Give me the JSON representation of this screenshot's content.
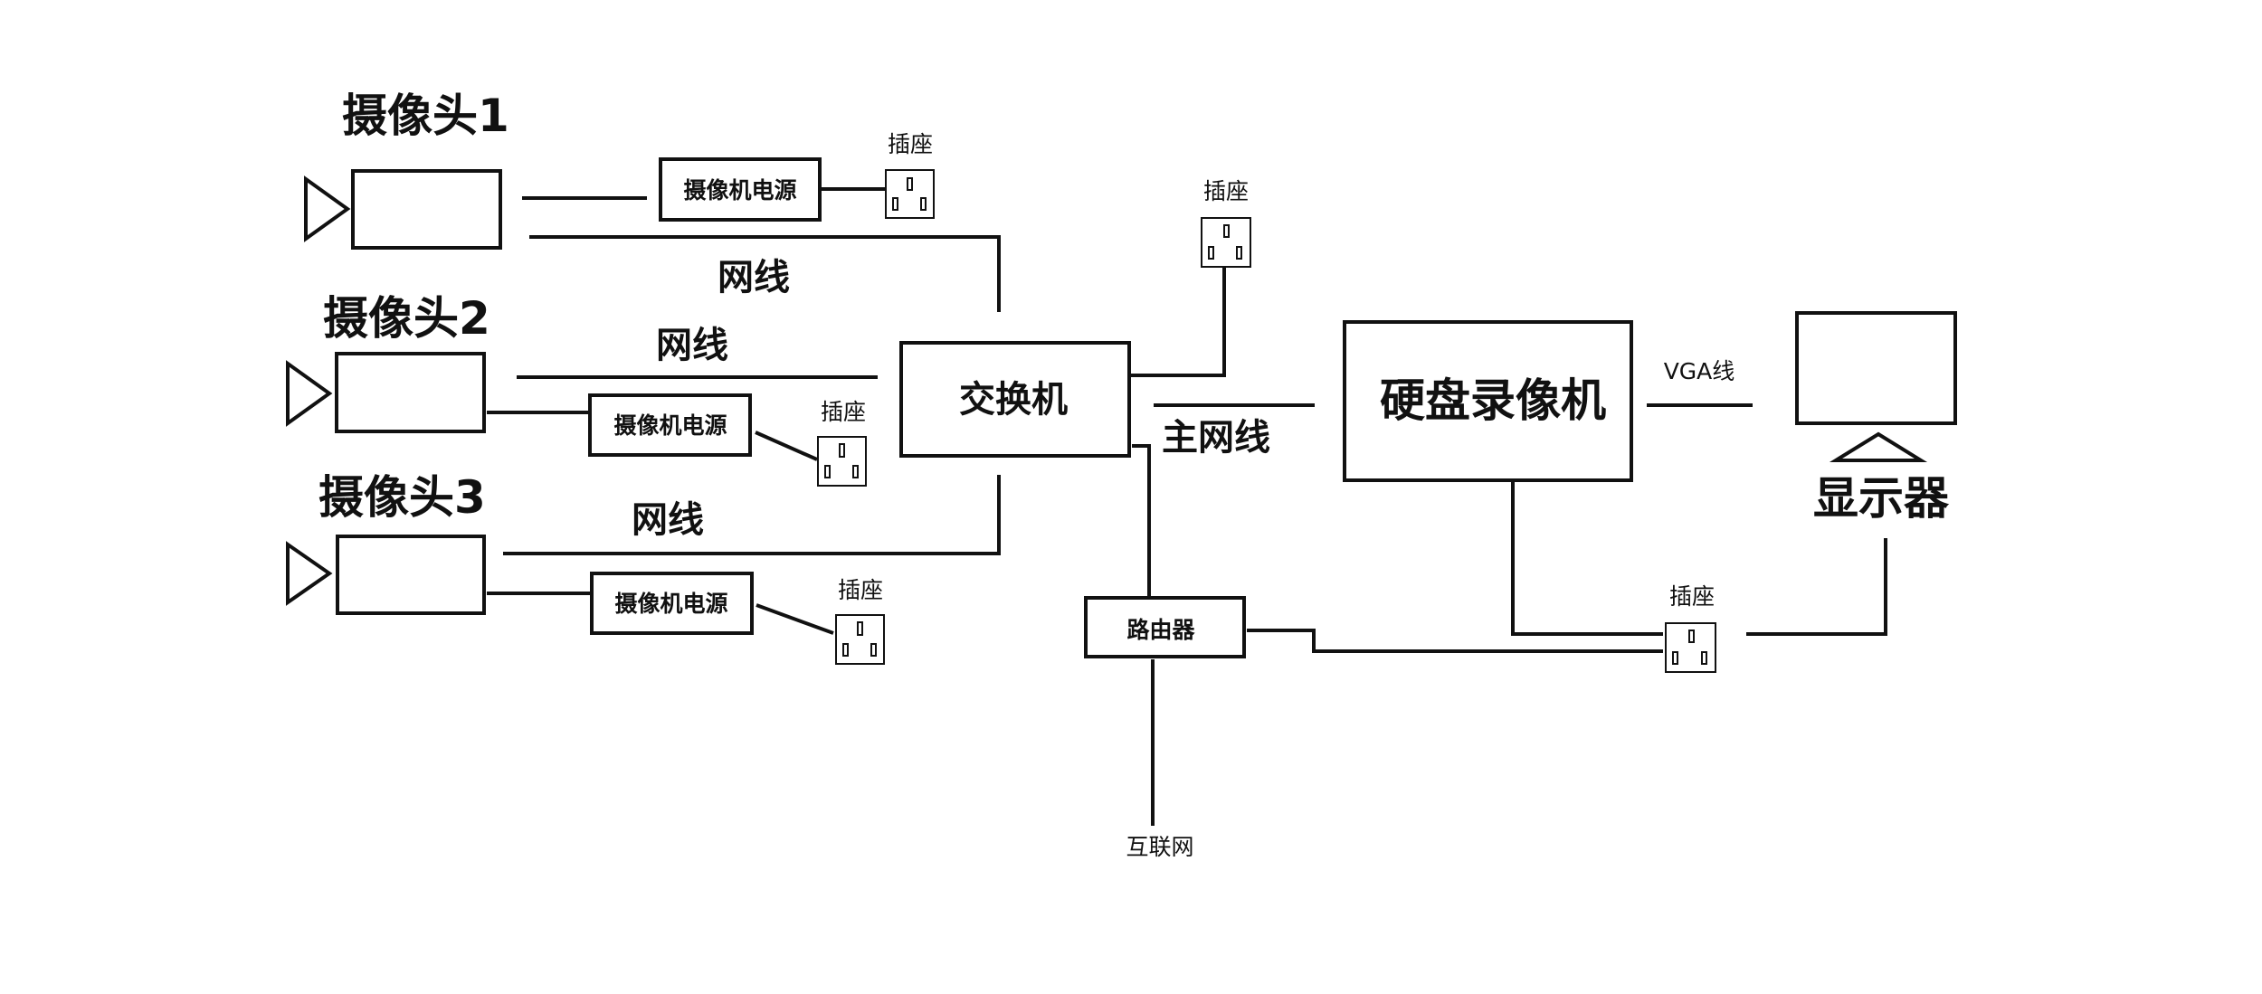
{
  "cameras": [
    {
      "label": "摄像头1",
      "power": "摄像机电源",
      "cable": "网线",
      "socket": "插座"
    },
    {
      "label": "摄像头2",
      "power": "摄像机电源",
      "cable": "网线",
      "socket": "插座"
    },
    {
      "label": "摄像头3",
      "power": "摄像机电源",
      "cable": "网线",
      "socket": "插座"
    }
  ],
  "switch": {
    "label": "交换机",
    "socket": "插座",
    "main_cable": "主网线"
  },
  "nvr": {
    "label": "硬盘录像机",
    "cable": "VGA线"
  },
  "monitor": {
    "label": "显示器"
  },
  "router": {
    "label": "路由器",
    "socket": "插座",
    "internet": "互联网"
  },
  "icons": {
    "camera": "camera-icon",
    "socket": "power-socket-icon",
    "monitor": "monitor-icon"
  },
  "colors": {
    "line": "#111111",
    "background": "#ffffff"
  }
}
